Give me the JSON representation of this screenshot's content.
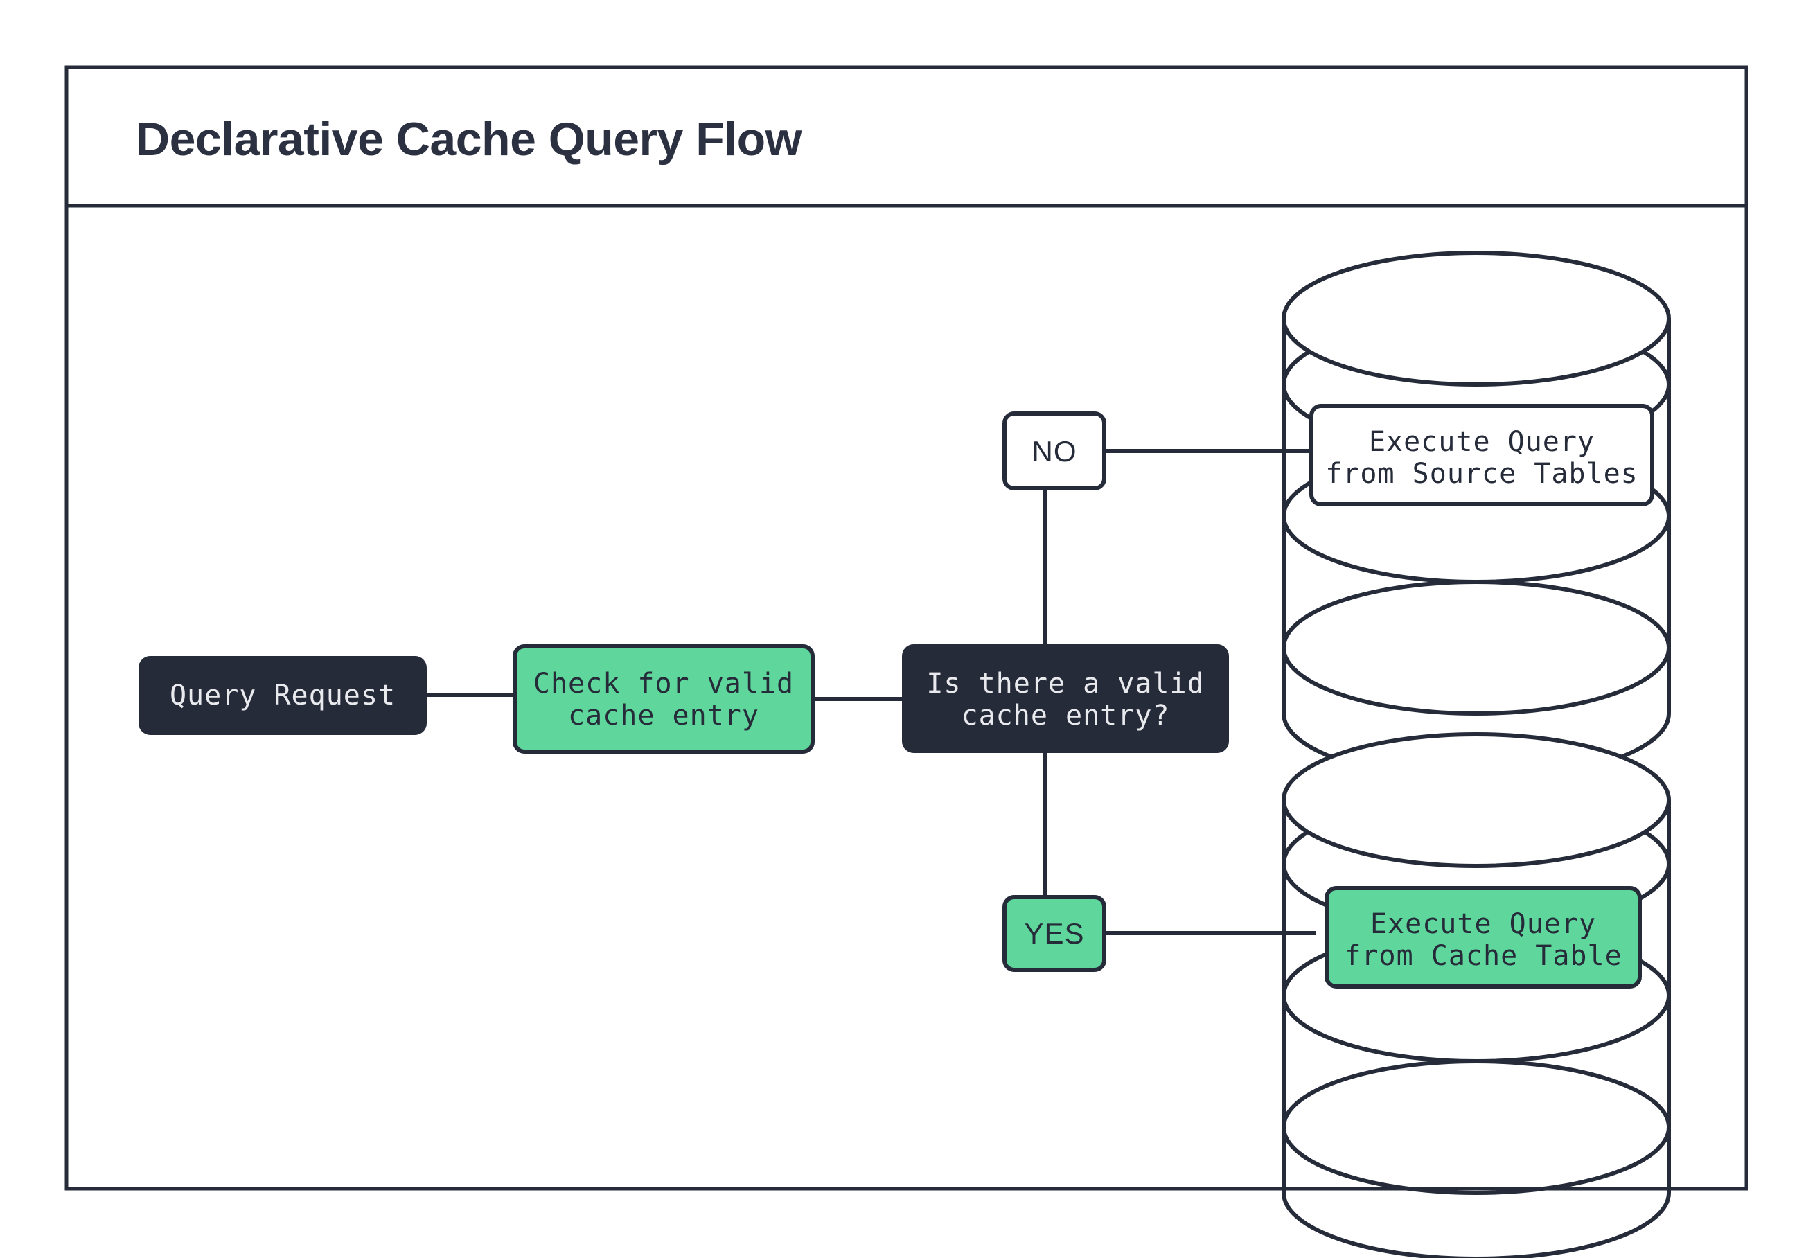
{
  "diagram": {
    "title": "Declarative Cache Query Flow",
    "colors": {
      "dark": "#262b3a",
      "green": "#5fd69b",
      "white": "#ffffff",
      "text_on_dark": "#e9eaee",
      "frame_stroke": "#262b3a"
    },
    "nodes": {
      "query_request": {
        "label": "Query Request",
        "style": "dark"
      },
      "check_cache": {
        "line1": "Check for valid",
        "line2": "cache entry",
        "style": "green"
      },
      "decision": {
        "line1": "Is there a valid",
        "line2": "cache entry?",
        "style": "dark"
      },
      "branch_no": {
        "label": "NO",
        "style": "white"
      },
      "branch_yes": {
        "label": "YES",
        "style": "green"
      },
      "source_tables": {
        "line1": "Execute Query",
        "line2": "from Source Tables",
        "style": "white",
        "container": "database-cylinder"
      },
      "cache_table": {
        "line1": "Execute Query",
        "line2": "from Cache Table",
        "style": "green",
        "container": "database-cylinder"
      }
    },
    "edges": [
      {
        "from": "query_request",
        "to": "check_cache"
      },
      {
        "from": "check_cache",
        "to": "decision"
      },
      {
        "from": "decision",
        "to": "branch_no"
      },
      {
        "from": "decision",
        "to": "branch_yes"
      },
      {
        "from": "branch_no",
        "to": "source_tables"
      },
      {
        "from": "branch_yes",
        "to": "cache_table"
      }
    ]
  }
}
